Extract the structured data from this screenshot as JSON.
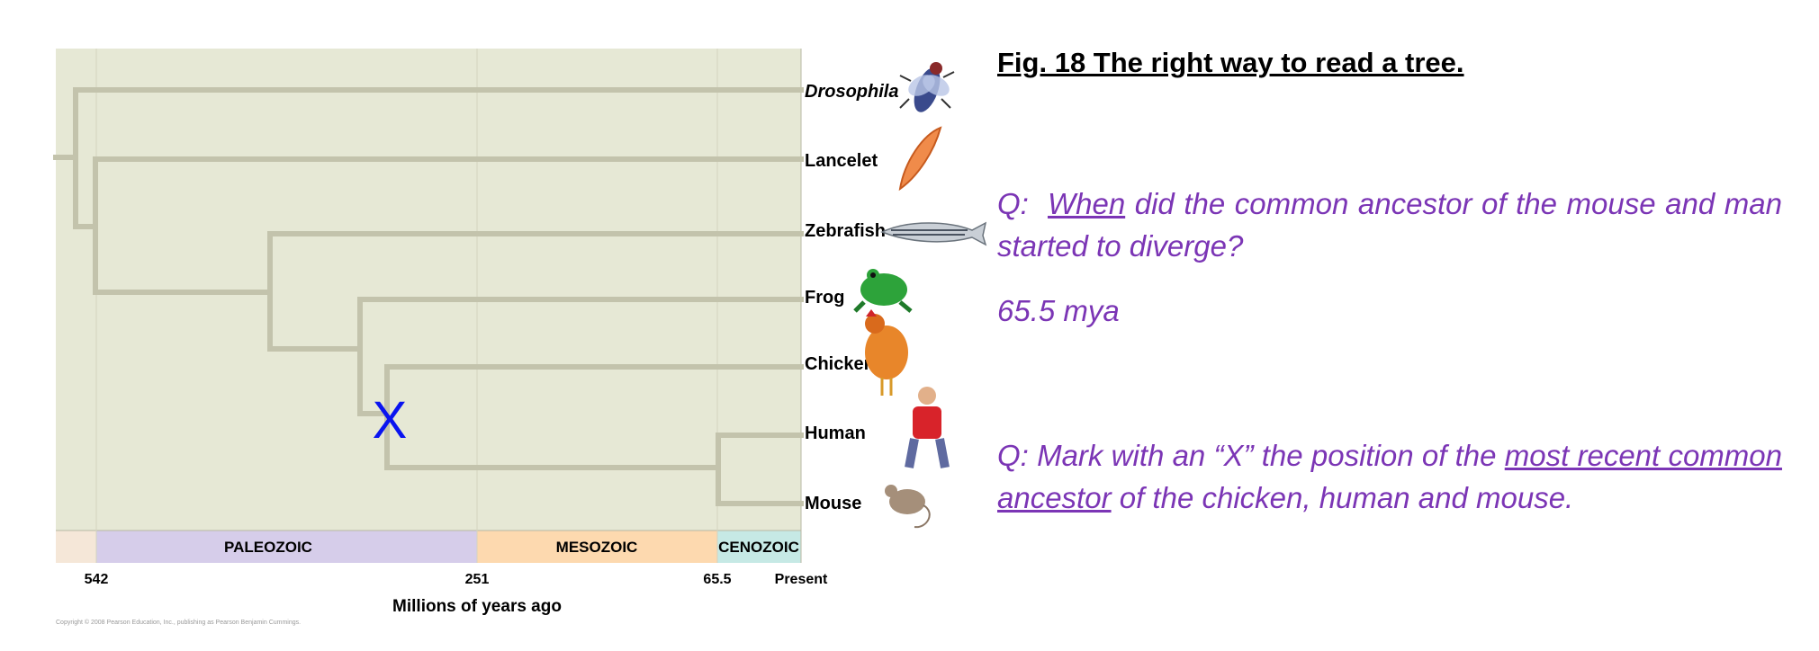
{
  "figure_title": "Fig. 18 The right way to read a tree.",
  "question1": {
    "prefix": "Q:  ",
    "emphasis": "When",
    "rest": " did the common ancestor of the mouse and man started to diverge?"
  },
  "answer1": "65.5 mya",
  "question2": {
    "prefix": "Q:  Mark with an “X” the position of the ",
    "emphasis": "most recent common ancestor",
    "rest": " of the chicken, human and mouse."
  },
  "tree": {
    "taxa": [
      "Drosophila",
      "Lancelet",
      "Zebrafish",
      "Frog",
      "Chicken",
      "Human",
      "Mouse"
    ],
    "eras": [
      "PALEOZOIC",
      "MESOZOIC",
      "CENOZOIC"
    ],
    "ticks": [
      "542",
      "251",
      "65.5",
      "Present"
    ],
    "axis_title": "Millions of years ago",
    "mark": "X",
    "copyright": "Copyright © 2008 Pearson Education, Inc., publishing as Pearson Benjamin Cummings.",
    "colors": {
      "paleozoic": "#d6cdea",
      "mesozoic": "#fdd9af",
      "cenozoic": "#c6e9e5",
      "pre": "#f5e7d8",
      "mark": "#0a14f0",
      "question_text": "#7b35b5"
    },
    "illustrations": [
      "fruit-fly-icon",
      "lancelet-icon",
      "zebrafish-icon",
      "frog-icon",
      "chicken-icon",
      "human-icon",
      "mouse-icon"
    ]
  }
}
